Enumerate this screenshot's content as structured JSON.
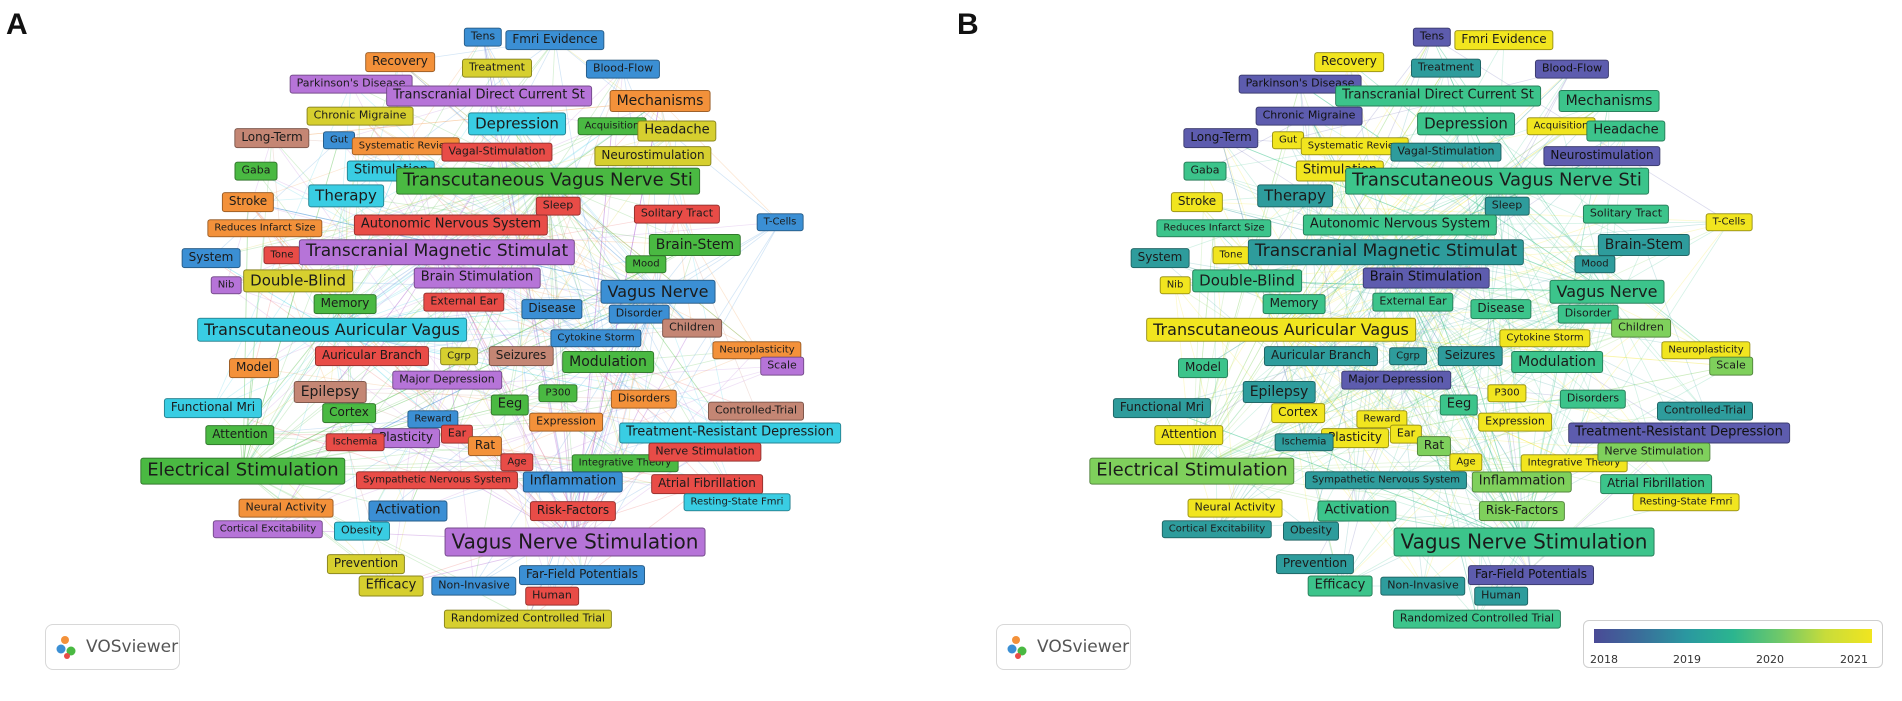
{
  "panels": [
    {
      "letter": "A",
      "logo": "VOSviewer",
      "mode": "clusters"
    },
    {
      "letter": "B",
      "logo": "VOSviewer",
      "mode": "overlay"
    }
  ],
  "colorbar": {
    "ticks": [
      "2018",
      "2019",
      "2020",
      "2021"
    ],
    "gradient": [
      "#4a4a96",
      "#3a6e9a",
      "#2a98a0",
      "#2bb58f",
      "#6ec86a",
      "#c8dc3a",
      "#f1e51f"
    ]
  },
  "cluster_colors": {
    "red": "#e84c47",
    "green": "#4ab942",
    "blue": "#3b8fd4",
    "yellow": "#d6cf2f",
    "purple": "#b674d8",
    "cyan": "#39cde3",
    "orange": "#f3913a",
    "brown": "#c48674"
  },
  "overlay_colors": {
    "y2018": "#5d5cae",
    "y2019": "#2e9c9c",
    "y2020": "#3cc48b",
    "y2020b": "#7fd05c",
    "y2021": "#f1e51f"
  },
  "nodes": [
    {
      "label": "Tens",
      "c": "blue",
      "y": "y2018"
    },
    {
      "label": "Fmri Evidence",
      "c": "blue",
      "y": "y2021"
    },
    {
      "label": "Recovery",
      "c": "orange",
      "y": "y2021"
    },
    {
      "label": "Treatment",
      "c": "yellow",
      "y": "y2019"
    },
    {
      "label": "Blood-Flow",
      "c": "blue",
      "y": "y2018"
    },
    {
      "label": "Parkinson's Disease",
      "c": "purple",
      "y": "y2018"
    },
    {
      "label": "Transcranial Direct Current St",
      "c": "purple",
      "y": "y2020"
    },
    {
      "label": "Mechanisms",
      "c": "orange",
      "y": "y2020"
    },
    {
      "label": "Chronic Migraine",
      "c": "yellow",
      "y": "y2018"
    },
    {
      "label": "Depression",
      "c": "cyan",
      "y": "y2020"
    },
    {
      "label": "Acquisition",
      "c": "green",
      "y": "y2021"
    },
    {
      "label": "Headache",
      "c": "yellow",
      "y": "y2020"
    },
    {
      "label": "Long-Term",
      "c": "brown",
      "y": "y2018"
    },
    {
      "label": "Gut",
      "c": "blue",
      "y": "y2021"
    },
    {
      "label": "Systematic Review",
      "c": "orange",
      "y": "y2021"
    },
    {
      "label": "Vagal-Stimulation",
      "c": "red",
      "y": "y2019"
    },
    {
      "label": "Neurostimulation",
      "c": "yellow",
      "y": "y2018"
    },
    {
      "label": "Gaba",
      "c": "green",
      "y": "y2020"
    },
    {
      "label": "Stimulation",
      "c": "cyan",
      "y": "y2021"
    },
    {
      "label": "Transcutaneous Vagus Nerve Sti",
      "c": "green",
      "y": "y2020"
    },
    {
      "label": "Stroke",
      "c": "orange",
      "y": "y2021"
    },
    {
      "label": "Therapy",
      "c": "cyan",
      "y": "y2019"
    },
    {
      "label": "Sleep",
      "c": "red",
      "y": "y2019"
    },
    {
      "label": "Reduces Infarct Size",
      "c": "orange",
      "y": "y2020"
    },
    {
      "label": "Autonomic Nervous System",
      "c": "red",
      "y": "y2020"
    },
    {
      "label": "Solitary Tract",
      "c": "red",
      "y": "y2020"
    },
    {
      "label": "T-Cells",
      "c": "blue",
      "y": "y2021"
    },
    {
      "label": "System",
      "c": "blue",
      "y": "y2019"
    },
    {
      "label": "Tone",
      "c": "red",
      "y": "y2021"
    },
    {
      "label": "Transcranial Magnetic Stimulat",
      "c": "purple",
      "y": "y2019"
    },
    {
      "label": "Brain-Stem",
      "c": "green",
      "y": "y2019"
    },
    {
      "label": "Mood",
      "c": "green",
      "y": "y2019"
    },
    {
      "label": "Nib",
      "c": "purple",
      "y": "y2021"
    },
    {
      "label": "Double-Blind",
      "c": "yellow",
      "y": "y2020"
    },
    {
      "label": "Brain Stimulation",
      "c": "purple",
      "y": "y2018"
    },
    {
      "label": "Vagus Nerve",
      "c": "blue",
      "y": "y2020"
    },
    {
      "label": "Memory",
      "c": "green",
      "y": "y2020"
    },
    {
      "label": "External Ear",
      "c": "red",
      "y": "y2020"
    },
    {
      "label": "Disease",
      "c": "blue",
      "y": "y2020"
    },
    {
      "label": "Disorder",
      "c": "blue",
      "y": "y2020"
    },
    {
      "label": "Transcutaneous Auricular Vagus",
      "c": "cyan",
      "y": "y2021"
    },
    {
      "label": "Cytokine Storm",
      "c": "blue",
      "y": "y2021"
    },
    {
      "label": "Children",
      "c": "brown",
      "y": "y2020b"
    },
    {
      "label": "Model",
      "c": "orange",
      "y": "y2020"
    },
    {
      "label": "Auricular Branch",
      "c": "red",
      "y": "y2019"
    },
    {
      "label": "Cgrp",
      "c": "yellow",
      "y": "y2019"
    },
    {
      "label": "Seizures",
      "c": "brown",
      "y": "y2019"
    },
    {
      "label": "Modulation",
      "c": "green",
      "y": "y2020"
    },
    {
      "label": "Neuroplasticity",
      "c": "orange",
      "y": "y2021"
    },
    {
      "label": "Scale",
      "c": "purple",
      "y": "y2020b"
    },
    {
      "label": "Epilepsy",
      "c": "brown",
      "y": "y2019"
    },
    {
      "label": "Major Depression",
      "c": "purple",
      "y": "y2018"
    },
    {
      "label": "Functional Mri",
      "c": "cyan",
      "y": "y2019"
    },
    {
      "label": "Cortex",
      "c": "green",
      "y": "y2021"
    },
    {
      "label": "Eeg",
      "c": "green",
      "y": "y2020"
    },
    {
      "label": "P300",
      "c": "green",
      "y": "y2021"
    },
    {
      "label": "Disorders",
      "c": "orange",
      "y": "y2020"
    },
    {
      "label": "Controlled-Trial",
      "c": "brown",
      "y": "y2019"
    },
    {
      "label": "Reward",
      "c": "blue",
      "y": "y2021"
    },
    {
      "label": "Expression",
      "c": "orange",
      "y": "y2021"
    },
    {
      "label": "Attention",
      "c": "green",
      "y": "y2021"
    },
    {
      "label": "Plasticity",
      "c": "purple",
      "y": "y2021"
    },
    {
      "label": "Ear",
      "c": "red",
      "y": "y2021"
    },
    {
      "label": "Ischemia",
      "c": "red",
      "y": "y2019"
    },
    {
      "label": "Rat",
      "c": "orange",
      "y": "y2020b"
    },
    {
      "label": "Treatment-Resistant Depression",
      "c": "cyan",
      "y": "y2018"
    },
    {
      "label": "Age",
      "c": "red",
      "y": "y2021"
    },
    {
      "label": "Integrative Theory",
      "c": "green",
      "y": "y2021"
    },
    {
      "label": "Nerve Stimulation",
      "c": "red",
      "y": "y2020b"
    },
    {
      "label": "Electrical Stimulation",
      "c": "green",
      "y": "y2020b"
    },
    {
      "label": "Sympathetic Nervous System",
      "c": "red",
      "y": "y2019"
    },
    {
      "label": "Inflammation",
      "c": "blue",
      "y": "y2020b"
    },
    {
      "label": "Atrial Fibrillation",
      "c": "red",
      "y": "y2020"
    },
    {
      "label": "Neural Activity",
      "c": "orange",
      "y": "y2021"
    },
    {
      "label": "Resting-State Fmri",
      "c": "cyan",
      "y": "y2021"
    },
    {
      "label": "Activation",
      "c": "blue",
      "y": "y2020"
    },
    {
      "label": "Risk-Factors",
      "c": "red",
      "y": "y2020b"
    },
    {
      "label": "Cortical Excitability",
      "c": "purple",
      "y": "y2019"
    },
    {
      "label": "Obesity",
      "c": "cyan",
      "y": "y2019"
    },
    {
      "label": "Vagus Nerve Stimulation",
      "c": "purple",
      "y": "y2020"
    },
    {
      "label": "Prevention",
      "c": "yellow",
      "y": "y2019"
    },
    {
      "label": "Far-Field Potentials",
      "c": "blue",
      "y": "y2018"
    },
    {
      "label": "Efficacy",
      "c": "yellow",
      "y": "y2020"
    },
    {
      "label": "Non-Invasive",
      "c": "blue",
      "y": "y2019"
    },
    {
      "label": "Human",
      "c": "red",
      "y": "y2019"
    },
    {
      "label": "Randomized Controlled Trial",
      "c": "yellow",
      "y": "y2020"
    }
  ]
}
